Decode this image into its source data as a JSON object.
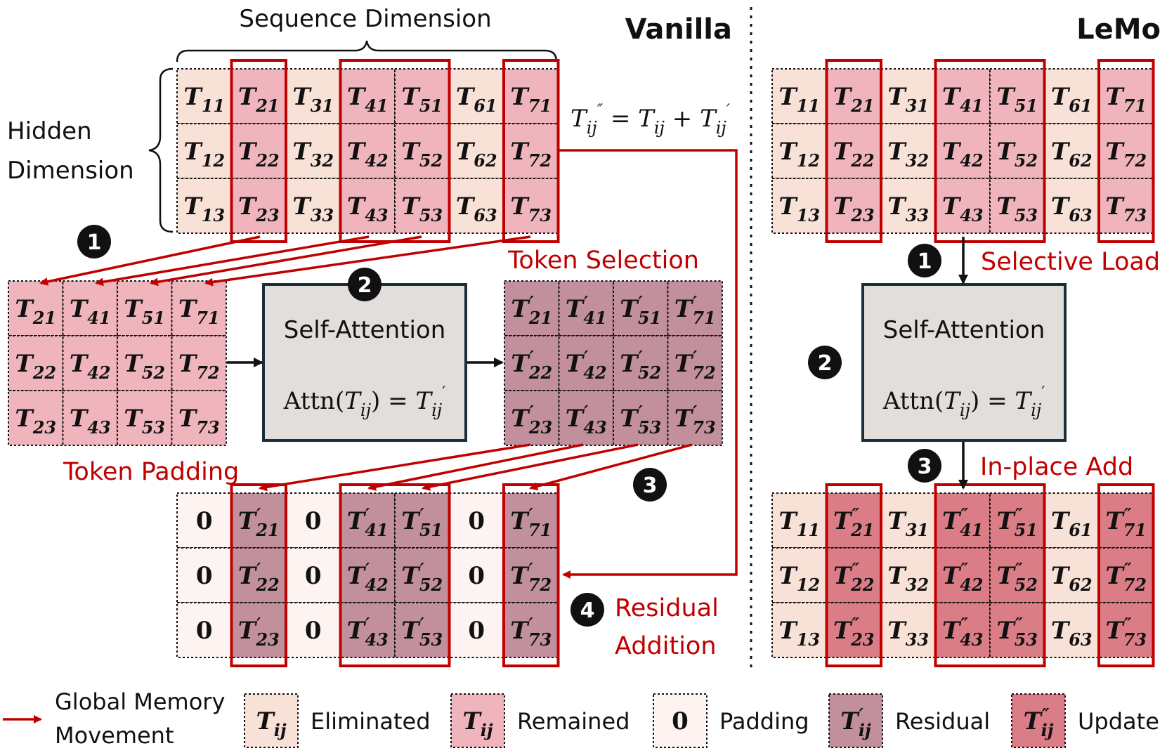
{
  "vanilla": {
    "title": "Vanilla",
    "sequence_dimension_label": "Sequence Dimension",
    "hidden_dimension_label_line1": "Hidden",
    "hidden_dimension_label_line2": "Dimension",
    "residual_formula": "T''ij = Tij + T'ij",
    "token_selection_label": "Token Selection",
    "token_padding_label": "Token Padding",
    "residual_addition_line1": "Residual",
    "residual_addition_line2": "Addition",
    "self_attention_title": "Self-Attention",
    "self_attention_formula": "Attn(Tij) = T'ij",
    "step_badges": [
      "1",
      "2",
      "3",
      "4"
    ]
  },
  "lemo": {
    "title": "LeMo",
    "selective_load_label": "Selective Load",
    "in_place_add_label": "In-place Add",
    "self_attention_title": "Self-Attention",
    "self_attention_formula": "Attn(Tij) = T'ij",
    "step_badges": [
      "1",
      "2",
      "3"
    ]
  },
  "legend": {
    "arrow_label_line1": "Global Memory",
    "arrow_label_line2": "Movement",
    "items": [
      {
        "symbol": "Tij",
        "label": "Eliminated",
        "color": "#f8e1d6"
      },
      {
        "symbol": "Tij",
        "label": "Remained",
        "color": "#f0b5bc"
      },
      {
        "symbol": "0",
        "label": "Padding",
        "color": "#fdf3f1"
      },
      {
        "symbol": "T'ij",
        "label": "Residual",
        "color": "#c2909c"
      },
      {
        "symbol": "T''ij",
        "label": "Update",
        "color": "#db7d86"
      }
    ]
  },
  "colors": {
    "eliminated": "#f8e1d6",
    "remained": "#f0b5bc",
    "padding": "#fdf3f1",
    "residual": "#c2909c",
    "update": "#db7d86",
    "accent_red": "#c00000",
    "attention_box": "#e2dedb",
    "attention_border": "#1b2f3a"
  }
}
